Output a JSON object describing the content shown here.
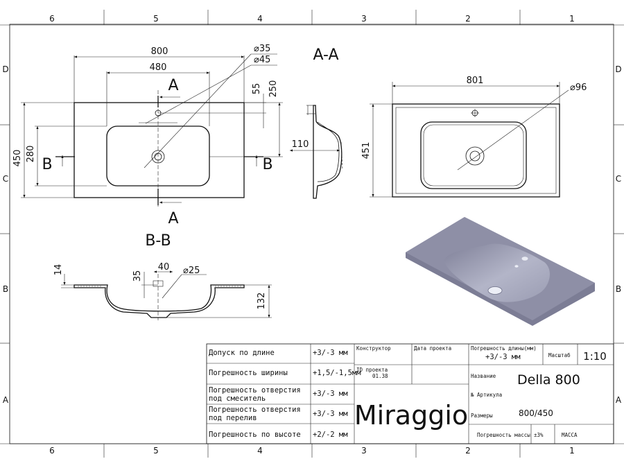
{
  "frame": {
    "columns_top": [
      "6",
      "5",
      "4",
      "3",
      "2",
      "1"
    ],
    "columns_bottom": [
      "6",
      "5",
      "4",
      "3",
      "2",
      "1"
    ],
    "rows_left": [
      "D",
      "C",
      "B",
      "A"
    ],
    "rows_right": [
      "D",
      "C",
      "B",
      "A"
    ]
  },
  "section_labels": {
    "aa_title": "A-A",
    "bb_title": "B-B",
    "cut_a_top": "A",
    "cut_a_bottom": "A",
    "cut_b_left": "B",
    "cut_b_right": "B"
  },
  "plan_view": {
    "width_total": "800",
    "width_bowl": "480",
    "height_total": "450",
    "height_bowl": "280",
    "tap_offset": "55",
    "bowl_offset": "250",
    "hole_d35": "⌀35",
    "hole_d45": "⌀45"
  },
  "section_aa": {
    "depth": "110"
  },
  "top_view": {
    "width": "801",
    "height": "451",
    "hole": "⌀96"
  },
  "section_bb": {
    "thickness": "14",
    "tap_dist": "35",
    "tap_width": "40",
    "tap_hole": "⌀25",
    "depth": "132"
  },
  "title_block": {
    "rows": [
      {
        "label": "Допуск по длине",
        "value": "+3/-3 мм"
      },
      {
        "label": "Погрешность ширины",
        "value": "+1,5/-1,5мм"
      },
      {
        "label": "Погрешность отверстия",
        "label2": "под смеситель",
        "value": "+3/-3 мм"
      },
      {
        "label": "Погрешность отверстия",
        "label2": "под перелив",
        "value": "+3/-3 мм"
      },
      {
        "label": "Погрешность по высоте",
        "value": "+2/-2 мм"
      }
    ],
    "designer_label": "Конструктор",
    "date_label": "Дата проекта",
    "project_id_label": "ID проекта",
    "project_id_value": "01.38",
    "brand": "Miraggio",
    "length_tol_label": "Погрешность длины(мм)",
    "length_tol_value": "+3/-3 мм",
    "scale_label": "Масштаб",
    "scale_value": "1:10",
    "name_label": "Название",
    "name_value": "Della 800",
    "article_label": "№ Артикула",
    "size_label": "Размеры",
    "size_value": "800/450",
    "mass_tol_label": "Погрешность массы",
    "mass_tol_value": "±3%",
    "mass_label": "МАССА"
  },
  "colors": {
    "render_top": "#8e8fa6",
    "render_bowl": "#a7a9be",
    "line": "#111111"
  }
}
